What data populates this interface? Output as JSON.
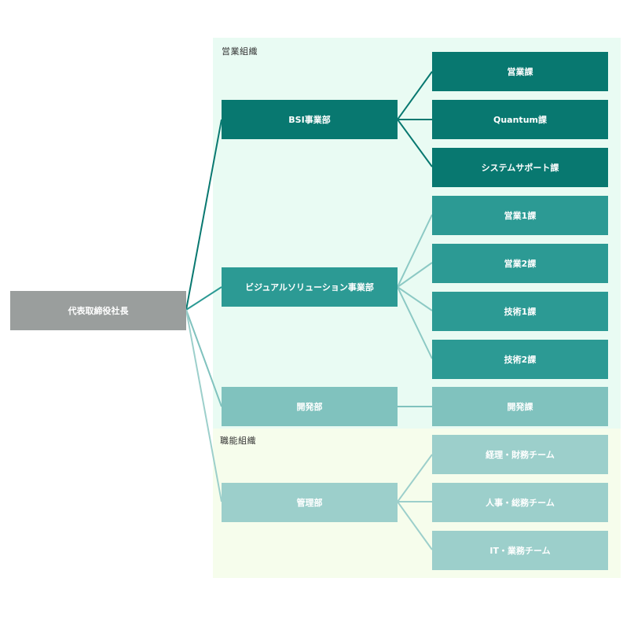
{
  "zones": {
    "sales": {
      "label": "営業組織"
    },
    "functional": {
      "label": "職能組織"
    }
  },
  "colors": {
    "ceo": "#9a9e9d",
    "bsi": "#087870",
    "visual": "#2c9a94",
    "dev": "#80c2be",
    "admin": "#9ccfcb",
    "sales_bg": "#e9fbf3",
    "functional_bg": "#f6fdec"
  },
  "nodes": {
    "ceo": "代表取締役社長",
    "bsi": "BSI事業部",
    "bsi_sales": "営業課",
    "bsi_quantum": "Quantum課",
    "bsi_support": "システムサポート課",
    "visual": "ビジュアルソリューション事業部",
    "visual_sales1": "営業1課",
    "visual_sales2": "営業2課",
    "visual_tech1": "技術1課",
    "visual_tech2": "技術2課",
    "dev": "開発部",
    "dev_section": "開発課",
    "admin": "管理部",
    "admin_accounting": "経理・財務チーム",
    "admin_hr": "人事・総務チーム",
    "admin_it": "IT・業務チーム"
  }
}
